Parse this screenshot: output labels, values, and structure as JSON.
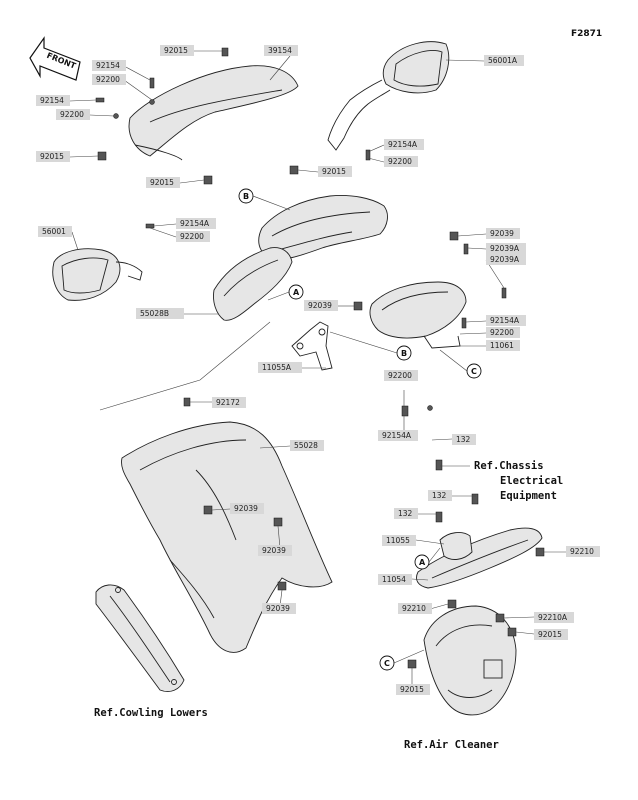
{
  "figure_code": "F2871",
  "front_label": "FRONT",
  "callouts": [
    {
      "id": "c1",
      "text": "92015"
    },
    {
      "id": "c2",
      "text": "39154"
    },
    {
      "id": "c3",
      "text": "92154"
    },
    {
      "id": "c4",
      "text": "92200"
    },
    {
      "id": "c5",
      "text": "92154"
    },
    {
      "id": "c6",
      "text": "92200"
    },
    {
      "id": "c7",
      "text": "56001A"
    },
    {
      "id": "c8",
      "text": "92015"
    },
    {
      "id": "c9",
      "text": "92154A"
    },
    {
      "id": "c10",
      "text": "92200"
    },
    {
      "id": "c11",
      "text": "92015"
    },
    {
      "id": "c12",
      "text": "92015"
    },
    {
      "id": "c13",
      "text": "92154A"
    },
    {
      "id": "c14",
      "text": "92200"
    },
    {
      "id": "c15",
      "text": "56001"
    },
    {
      "id": "c16",
      "text": "92039"
    },
    {
      "id": "c17",
      "text": "92039A"
    },
    {
      "id": "c18",
      "text": "92039A"
    },
    {
      "id": "c19",
      "text": "92039"
    },
    {
      "id": "c20",
      "text": "55028B"
    },
    {
      "id": "c21",
      "text": "92154A"
    },
    {
      "id": "c22",
      "text": "92200"
    },
    {
      "id": "c23",
      "text": "11061"
    },
    {
      "id": "c24",
      "text": "11055A"
    },
    {
      "id": "c25",
      "text": "92200"
    },
    {
      "id": "c26",
      "text": "92172"
    },
    {
      "id": "c27",
      "text": "55028"
    },
    {
      "id": "c28",
      "text": "92154A"
    },
    {
      "id": "c29",
      "text": "132"
    },
    {
      "id": "c30",
      "text": "132"
    },
    {
      "id": "c31",
      "text": "92039"
    },
    {
      "id": "c32",
      "text": "132"
    },
    {
      "id": "c33",
      "text": "92039"
    },
    {
      "id": "c34",
      "text": "11055"
    },
    {
      "id": "c35",
      "text": "92210"
    },
    {
      "id": "c36",
      "text": "11054"
    },
    {
      "id": "c37",
      "text": "92039"
    },
    {
      "id": "c38",
      "text": "92210"
    },
    {
      "id": "c39",
      "text": "92210A"
    },
    {
      "id": "c40",
      "text": "92015"
    },
    {
      "id": "c41",
      "text": "92015"
    }
  ],
  "references": {
    "chassis_line1": "Ref.Chassis",
    "chassis_line2": "Electrical",
    "chassis_line3": "Equipment",
    "cowling_lowers": "Ref.Cowling Lowers",
    "air_cleaner": "Ref.Air Cleaner"
  },
  "markers": [
    {
      "id": "m1",
      "letter": "B"
    },
    {
      "id": "m2",
      "letter": "A"
    },
    {
      "id": "m3",
      "letter": "B"
    },
    {
      "id": "m4",
      "letter": "C"
    },
    {
      "id": "m5",
      "letter": "A"
    },
    {
      "id": "m6",
      "letter": "C"
    }
  ]
}
